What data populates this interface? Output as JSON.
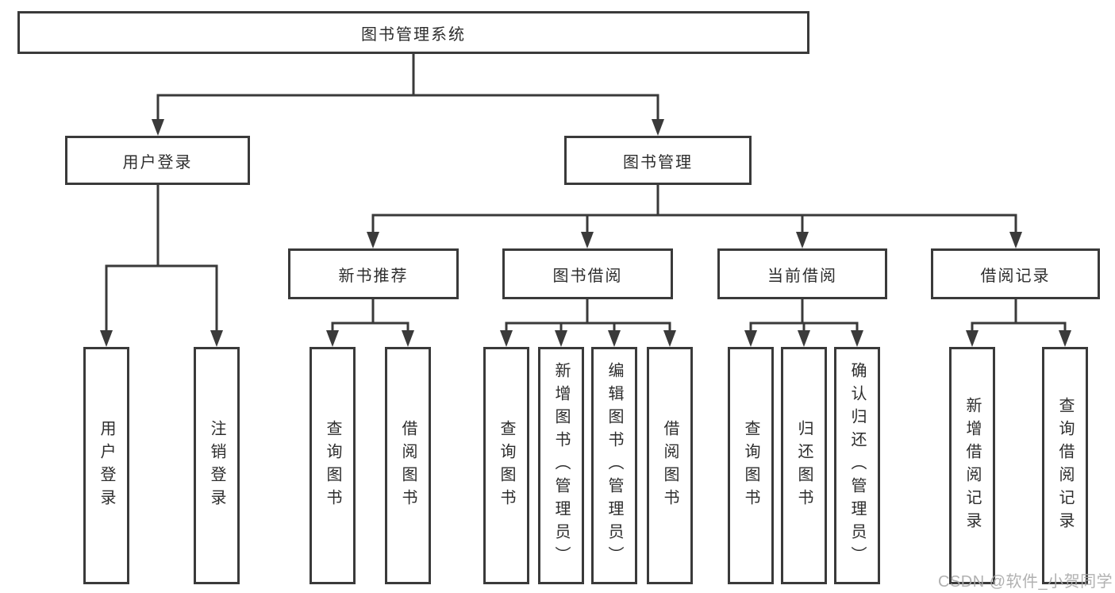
{
  "diagram_title": "图书管理系统",
  "tree": {
    "label": "图书管理系统",
    "children": [
      {
        "label": "用户登录",
        "children": [
          {
            "label": "用户登录"
          },
          {
            "label": "注销登录"
          }
        ]
      },
      {
        "label": "图书管理",
        "children": [
          {
            "label": "新书推荐",
            "children": [
              {
                "label": "查询图书"
              },
              {
                "label": "借阅图书"
              }
            ]
          },
          {
            "label": "图书借阅",
            "children": [
              {
                "label": "查询图书"
              },
              {
                "label": "新增图书（管理员）"
              },
              {
                "label": "编辑图书（管理员）"
              },
              {
                "label": "借阅图书"
              }
            ]
          },
          {
            "label": "当前借阅",
            "children": [
              {
                "label": "查询图书"
              },
              {
                "label": "归还图书"
              },
              {
                "label": "确认归还（管理员）"
              }
            ]
          },
          {
            "label": "借阅记录",
            "children": [
              {
                "label": "新增借阅记录"
              },
              {
                "label": "查询借阅记录"
              }
            ]
          }
        ]
      }
    ]
  },
  "watermark": {
    "text": "CSDN @软件_小贺同学"
  },
  "colors": {
    "line": "#3a3a3a",
    "text": "#2d2d2d",
    "background": "#ffffff",
    "watermark": "#a9a9a9"
  }
}
